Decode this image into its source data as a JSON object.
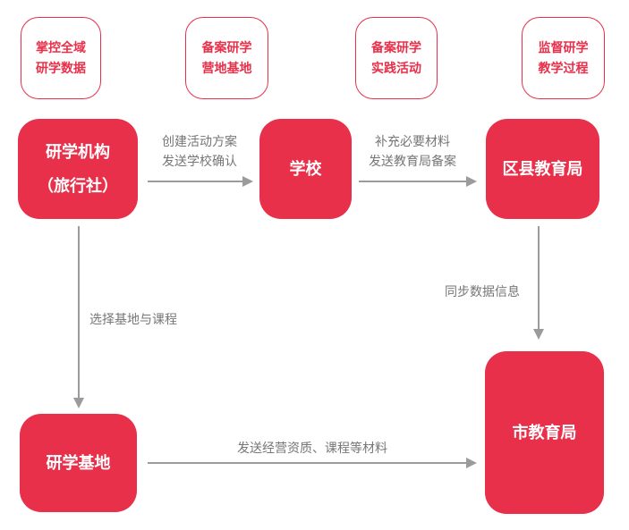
{
  "colors": {
    "brand_red": "#E8304A",
    "line_gray": "#9B9B9B",
    "label_gray": "#767676",
    "background": "#FFFFFF"
  },
  "top_badges": [
    {
      "line1": "掌控全域",
      "line2": "研学数据"
    },
    {
      "line1": "备案研学",
      "line2": "营地基地"
    },
    {
      "line1": "备案研学",
      "line2": "实践活动"
    },
    {
      "line1": "监督研学",
      "line2": "教学过程"
    }
  ],
  "nodes": {
    "agency": {
      "line1": "研学机构",
      "line2": "（旅行社）"
    },
    "school": {
      "label": "学校"
    },
    "district_bureau": {
      "label": "区县教育局"
    },
    "study_base": {
      "label": "研学基地"
    },
    "city_bureau": {
      "label": "市教育局"
    }
  },
  "edges": {
    "agency_to_school": {
      "line1": "创建活动方案",
      "line2": "发送学校确认"
    },
    "school_to_district": {
      "line1": "补充必要材料",
      "line2": "发送教育局备案"
    },
    "agency_to_base": {
      "label": "选择基地与课程"
    },
    "district_to_city": {
      "label": "同步数据信息"
    },
    "base_to_city": {
      "label": "发送经营资质、课程等材料"
    }
  }
}
